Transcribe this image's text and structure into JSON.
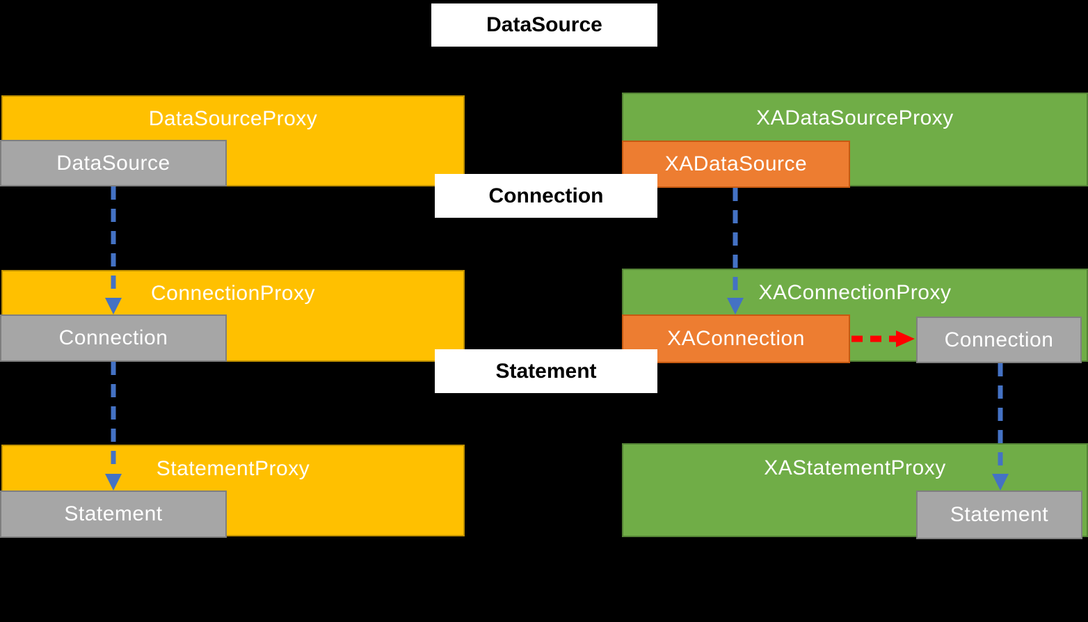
{
  "interface_labels": {
    "datasource": "DataSource",
    "connection": "Connection",
    "statement": "Statement"
  },
  "left": {
    "rows": [
      {
        "proxy": "DataSourceProxy",
        "inner": "DataSource"
      },
      {
        "proxy": "ConnectionProxy",
        "inner": "Connection"
      },
      {
        "proxy": "StatementProxy",
        "inner": "Statement"
      }
    ]
  },
  "right": {
    "rows": [
      {
        "proxy": "XADataSourceProxy",
        "inner": "XADataSource"
      },
      {
        "proxy": "XAConnectionProxy",
        "inner": "XAConnection",
        "target": "Connection"
      },
      {
        "proxy": "XAStatementProxy",
        "target": "Statement"
      }
    ]
  },
  "colors": {
    "background": "#000000",
    "yellow_fill": "#FFC000",
    "yellow_border": "#BF9000",
    "green_fill": "#70AD47",
    "green_border": "#548235",
    "orange_fill": "#ED7D31",
    "orange_border": "#C55A11",
    "gray_fill": "#A6A6A6",
    "gray_border": "#7F7F7F",
    "label_bg": "#FFFFFF",
    "label_text": "#000000",
    "box_text": "#FFFFFF",
    "arrow_blue": "#4472C4",
    "arrow_red": "#FF0000"
  }
}
